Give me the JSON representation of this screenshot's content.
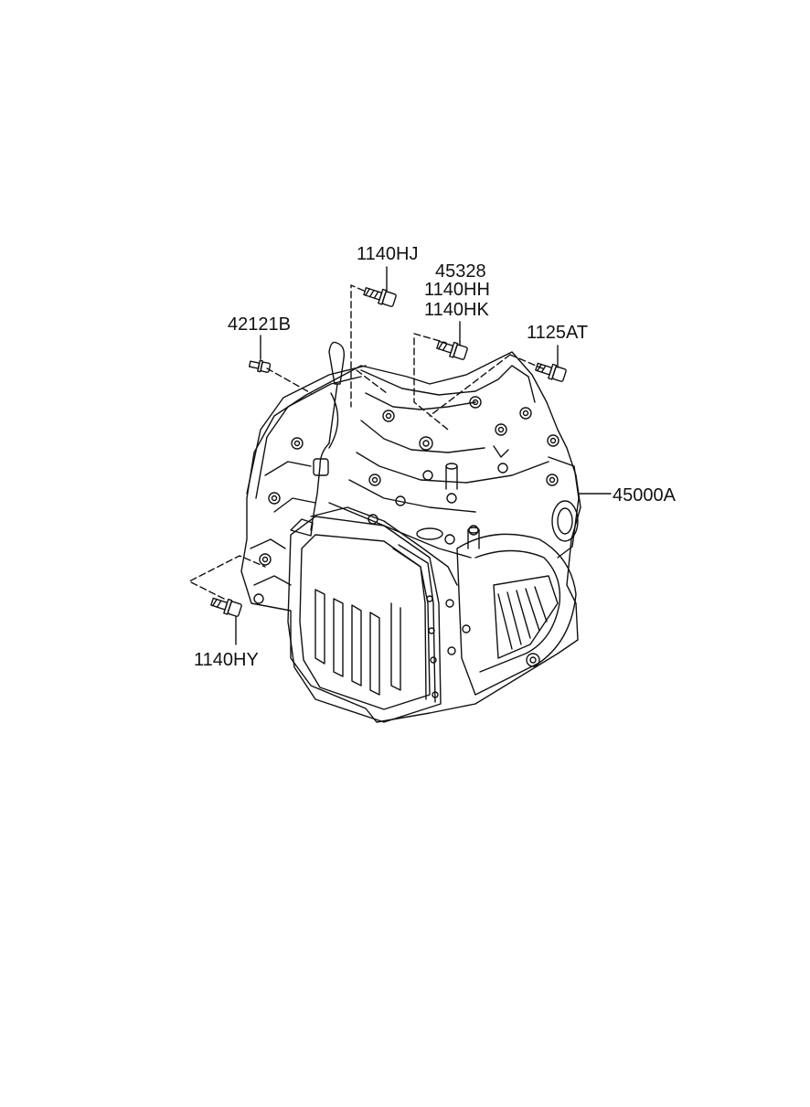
{
  "labels": {
    "bolt_top": "1140HJ",
    "part_45328": "45328",
    "bolt_hh": "1140HH",
    "bolt_hk": "1140HK",
    "part_42121b": "42121B",
    "bolt_1125at": "1125AT",
    "assembly": "45000A",
    "bolt_bottom": "1140HY"
  },
  "colors": {
    "line": "#111111",
    "background": "#ffffff"
  }
}
